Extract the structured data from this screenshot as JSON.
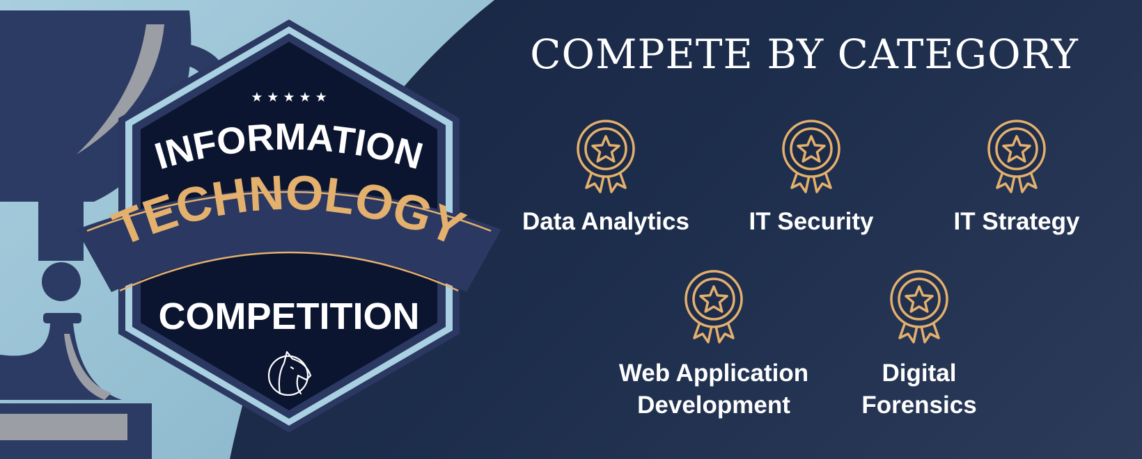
{
  "badge": {
    "stars": "★ ★ ★ ★ ★",
    "line1": "INFORMATION",
    "line2": "TECHNOLOGY",
    "line3": "COMPETITION",
    "logo_icon": "horse-head-icon"
  },
  "heading": "COMPETE BY CATEGORY",
  "medal_icon": "award-medal-icon",
  "categories": [
    {
      "line1": "Data Analytics",
      "line2": ""
    },
    {
      "line1": "IT Security",
      "line2": ""
    },
    {
      "line1": "IT Strategy",
      "line2": ""
    },
    {
      "line1": "Web Application",
      "line2": "Development"
    },
    {
      "line1": "Digital",
      "line2": "Forensics"
    }
  ],
  "colors": {
    "navy_dark": "#0b1530",
    "navy": "#2a3862",
    "light_blue": "#9fc4d6",
    "gold": "#e4b06d",
    "white": "#ffffff"
  }
}
